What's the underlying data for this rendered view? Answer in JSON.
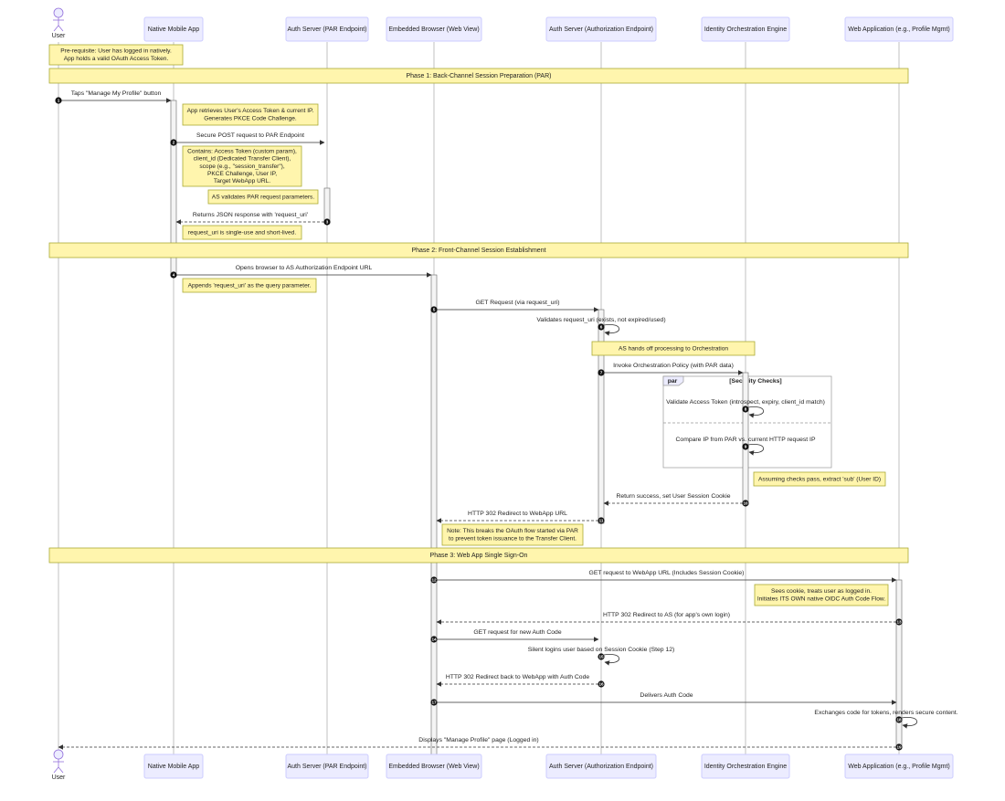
{
  "participants": [
    {
      "id": "user",
      "label": "User",
      "kind": "actor"
    },
    {
      "id": "app",
      "label": "Native Mobile App",
      "kind": "box"
    },
    {
      "id": "par",
      "label": "Auth Server (PAR Endpoint)",
      "kind": "box"
    },
    {
      "id": "browser",
      "label": "Embedded Browser (Web View)",
      "kind": "box"
    },
    {
      "id": "authz",
      "label": "Auth Server (Authorization Endpoint)",
      "kind": "box"
    },
    {
      "id": "orch",
      "label": "Identity Orchestration Engine",
      "kind": "box"
    },
    {
      "id": "webapp",
      "label": "Web Application (e.g., Profile Mgmt)",
      "kind": "box"
    }
  ],
  "phases": [
    {
      "label": "Phase 1: Back-Channel Session Preparation (PAR)"
    },
    {
      "label": "Phase 2: Front-Channel Session Establishment"
    },
    {
      "label": "Phase 3: Web App Single Sign-On"
    }
  ],
  "notes": [
    {
      "lines": [
        "Pre-requisite: User has logged in natively.",
        "App holds a valid OAuth Access Token."
      ]
    },
    {
      "lines": [
        "App retrieves User's Access Token & current IP.",
        "Generates PKCE Code Challenge."
      ]
    },
    {
      "lines": [
        "Contains: Access Token (custom param),",
        "client_id (Dedicated Transfer Client),",
        "scope (e.g., \"session_transfer\"),",
        "PKCE Challenge, User IP,",
        "Target WebApp URL."
      ]
    },
    {
      "lines": [
        "AS validates PAR request parameters."
      ]
    },
    {
      "lines": [
        "request_uri is single-use and short-lived."
      ]
    },
    {
      "lines": [
        "Appends 'request_uri' as the query parameter."
      ]
    },
    {
      "lines": [
        "AS hands off processing to Orchestration"
      ]
    },
    {
      "lines": [
        "Assuming checks pass, extract 'sub' (User ID)"
      ]
    },
    {
      "lines": [
        "Note: This breaks the OAuth flow started via PAR",
        "to prevent token issuance to the Transfer Client."
      ]
    },
    {
      "lines": [
        "Sees cookie, treats user as logged in.",
        "Initiates ITS OWN native OIDC Auth Code Flow."
      ]
    }
  ],
  "messages": [
    {
      "num": "1",
      "label": "Taps \"Manage My Profile\" button"
    },
    {
      "num": "2",
      "label": "Secure POST request to PAR Endpoint"
    },
    {
      "num": "3",
      "label": "Returns JSON response with 'request_uri'"
    },
    {
      "num": "4",
      "label": "Opens browser to AS Authorization Endpoint URL"
    },
    {
      "num": "5",
      "label": "GET Request (via request_uri)"
    },
    {
      "num": "6",
      "label": "Validates request_uri (exists, not expired/used)"
    },
    {
      "num": "7",
      "label": "Invoke Orchestration Policy (with PAR data)"
    },
    {
      "num": "8",
      "label": "Validate Access Token (introspect, expiry, client_id match)"
    },
    {
      "num": "9",
      "label": "Compare IP from PAR vs. current HTTP request IP"
    },
    {
      "num": "10",
      "label": "Return success, set User Session Cookie"
    },
    {
      "num": "11",
      "label": "HTTP 302 Redirect to WebApp URL"
    },
    {
      "num": "12",
      "label": "GET request to WebApp URL (Includes Session Cookie)"
    },
    {
      "num": "13",
      "label": "HTTP 302 Redirect to AS (for app's own login)"
    },
    {
      "num": "14",
      "label": "GET request for new Auth Code"
    },
    {
      "num": "15",
      "label": "Silent logins user based on Session Cookie (Step 12)"
    },
    {
      "num": "16",
      "label": "HTTP 302 Redirect back to WebApp with Auth Code"
    },
    {
      "num": "17",
      "label": "Delivers Auth Code"
    },
    {
      "num": "18",
      "label": "Exchanges code for tokens, renders secure content."
    },
    {
      "num": "19",
      "label": "Displays \"Manage Profile\" page (Logged in)"
    }
  ],
  "par_block": {
    "tag": "par",
    "condition": "[Security Checks]"
  },
  "colors": {
    "actor_fill": "#ECECFF",
    "actor_stroke": "#CCCCFF",
    "note_fill": "#FFF5AD",
    "note_stroke": "#AAAA33",
    "line": "#333333",
    "lifeline": "#999999"
  }
}
